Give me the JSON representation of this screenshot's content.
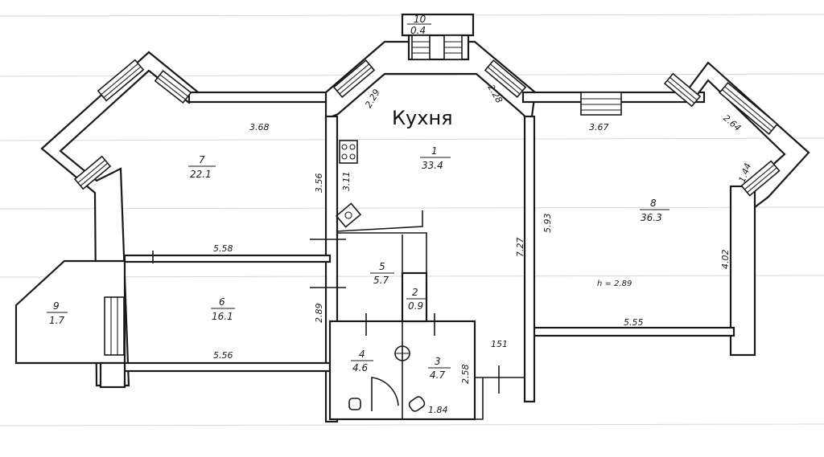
{
  "kitchen_title": "Кухня",
  "ceiling_height": "h = 2.89",
  "rooms": [
    {
      "num": "1",
      "area": "33.4"
    },
    {
      "num": "2",
      "area": "0.9"
    },
    {
      "num": "3",
      "area": "4.7"
    },
    {
      "num": "4",
      "area": "4.6"
    },
    {
      "num": "5",
      "area": "5.7"
    },
    {
      "num": "6",
      "area": "16.1"
    },
    {
      "num": "7",
      "area": "22.1"
    },
    {
      "num": "8",
      "area": "36.3"
    },
    {
      "num": "9",
      "area": "1.7"
    },
    {
      "num": "10",
      "area": "0.4"
    }
  ],
  "dimensions": [
    "3.68",
    "3.56",
    "3.11",
    "2.29",
    "2.28",
    "3.67",
    "2.64",
    "1.44",
    "5.58",
    "5.56",
    "2.89",
    "5.93",
    "7.27",
    "4.02",
    "5.55",
    "151",
    "2.58",
    "1.84"
  ]
}
